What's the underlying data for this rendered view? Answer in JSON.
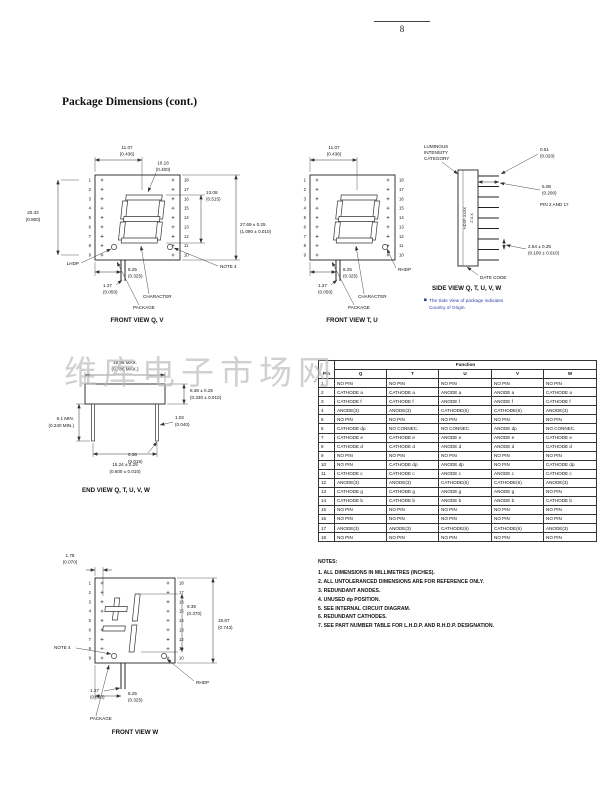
{
  "page": {
    "number": "8",
    "watermark": "维库电子市场网"
  },
  "title": "Package Dimensions (cont.)",
  "views": {
    "front_qv": {
      "caption": "FRONT VIEW Q, V",
      "pins_left": [
        "1",
        "2",
        "3",
        "4",
        "5",
        "6",
        "7",
        "8",
        "9"
      ],
      "pins_right": [
        "18",
        "17",
        "16",
        "15",
        "14",
        "13",
        "12",
        "11",
        "10"
      ],
      "dims": {
        "width_mm": "11.07",
        "width_in": "(0.436)",
        "char_w_mm": "10.18",
        "char_w_in": "(0.400)",
        "char_h_mm": "13.08",
        "char_h_in": "(0.515)",
        "pinspan_mm": "20.32",
        "pinspan_in": "(0.800)",
        "height_mm": "27.69 ± 0.25",
        "height_in": "(1.090 ± 0.010)",
        "seat_mm": "8.25",
        "seat_in": "(0.325)",
        "lead_mm": "1.27",
        "lead_in": "(0.050)"
      },
      "labels": {
        "lhdp": "LHDP",
        "note4": "NOTE 4",
        "character": "CHARACTER",
        "package": "PACKAGE"
      }
    },
    "front_tu": {
      "caption": "FRONT VIEW T, U",
      "pins_left": [
        "1",
        "2",
        "3",
        "4",
        "5",
        "6",
        "7",
        "8",
        "9"
      ],
      "pins_right": [
        "18",
        "17",
        "16",
        "15",
        "14",
        "13",
        "12",
        "11",
        "10"
      ],
      "dims": {
        "width_mm": "11.07",
        "width_in": "(0.436)",
        "seat_mm": "8.25",
        "seat_in": "(0.325)",
        "lead_mm": "1.27",
        "lead_in": "(0.050)"
      },
      "labels": {
        "rhdp": "RHDP",
        "character": "CHARACTER",
        "package": "PACKAGE"
      }
    },
    "side": {
      "caption": "SIDE VIEW Q, T, U, V, W",
      "labels": {
        "lum1": "LUMINOUS",
        "lum2": "INTENSITY",
        "lum3": "CATEGORY",
        "pin217": "PIN 2 AND 17",
        "datecode": "DATE CODE"
      },
      "dims": {
        "tip_mm": "0.51",
        "tip_in": "(0.020)",
        "standoff_mm": "5.08",
        "standoff_in": "(0.200)",
        "pitch_mm": "2.54 ± 0.25",
        "pitch_in": "(0.100 ± 0.010)"
      },
      "markings": {
        "part": "HDSP-XXXX",
        "date": "Z.X.X"
      },
      "note_line1": "The Side View of package indicates",
      "note_line2": "Country of Origin."
    },
    "end": {
      "caption": "END VIEW Q, T, U, V, W",
      "dims": {
        "width_mm": "19.96 MAX.",
        "width_in": "(0.786 MAX.)",
        "thick_mm": "8.38 ± 0.25",
        "thick_in": "(0.330 ± 0.010)",
        "standoff_mm": "6.1 MIN.",
        "standoff_in": "(0.240 MIN.)",
        "leadw_mm": "1.02",
        "leadw_in": "(0.040)",
        "leadt_mm": "0.38",
        "leadt_in": "(0.015)",
        "span_mm": "15.24 ± 0.25",
        "span_in": "(0.600 ± 0.010)"
      }
    },
    "front_w": {
      "caption": "FRONT VIEW W",
      "pins_left": [
        "1",
        "2",
        "3",
        "4",
        "5",
        "6",
        "7",
        "8",
        "9"
      ],
      "pins_right": [
        "18",
        "17",
        "16",
        "15",
        "14",
        "13",
        "12",
        "11",
        "10"
      ],
      "dims": {
        "offset_mm": "1.78",
        "offset_in": "(0.070)",
        "char_mm": "9.39",
        "char_in": "(0.370)",
        "height_mm": "18.87",
        "height_in": "(0.743)",
        "seat_mm": "8.25",
        "seat_in": "(0.325)",
        "lead_mm": "1.27",
        "lead_in": "(0.050)"
      },
      "labels": {
        "note4": "NOTE 4",
        "rhdp": "RHDP",
        "package": "PACKAGE"
      }
    }
  },
  "function_table": {
    "header_pin": "Pin",
    "header_function": "Function",
    "columns": [
      "Q",
      "T",
      "U",
      "V",
      "W"
    ],
    "rows": [
      {
        "pin": "1",
        "q": "NO PIN",
        "t": "NO PIN",
        "u": "NO PIN",
        "v": "NO PIN",
        "w": "NO PIN"
      },
      {
        "pin": "2",
        "q": "CATHODE a",
        "t": "CATHODE a",
        "u": "ANODE a",
        "v": "ANODE a",
        "w": "CATHODE a"
      },
      {
        "pin": "3",
        "q": "CATHODE f",
        "t": "CATHODE f",
        "u": "ANODE f",
        "v": "ANODE f",
        "w": "CATHODE f"
      },
      {
        "pin": "4",
        "q": "ANODE(3)",
        "t": "ANODE(3)",
        "u": "CATHODE(6)",
        "v": "CATHODE(6)",
        "w": "ANODE(3)"
      },
      {
        "pin": "5",
        "q": "NO PIN",
        "t": "NO PIN",
        "u": "NO PIN",
        "v": "NO PIN",
        "w": "NO PIN"
      },
      {
        "pin": "6",
        "q": "CATHODE dp",
        "t": "NO CONNEC.",
        "u": "NO CONNEC.",
        "v": "ANODE dp",
        "w": "NO CONNEC."
      },
      {
        "pin": "7",
        "q": "CATHODE e",
        "t": "CATHODE e",
        "u": "ANODE e",
        "v": "ANODE e",
        "w": "CATHODE e"
      },
      {
        "pin": "8",
        "q": "CATHODE d",
        "t": "CATHODE d",
        "u": "ANODE d",
        "v": "ANODE d",
        "w": "CATHODE d"
      },
      {
        "pin": "9",
        "q": "NO PIN",
        "t": "NO PIN",
        "u": "NO PIN",
        "v": "NO PIN",
        "w": "NO PIN"
      },
      {
        "pin": "10",
        "q": "NO PIN",
        "t": "CATHODE dp",
        "u": "ANODE dp",
        "v": "NO PIN",
        "w": "CATHODE dp"
      },
      {
        "pin": "11",
        "q": "CATHODE c",
        "t": "CATHODE c",
        "u": "ANODE c",
        "v": "ANODE c",
        "w": "CATHODE c"
      },
      {
        "pin": "12",
        "q": "ANODE(3)",
        "t": "ANODE(3)",
        "u": "CATHODE(6)",
        "v": "CATHODE(6)",
        "w": "ANODE(3)"
      },
      {
        "pin": "13",
        "q": "CATHODE g",
        "t": "CATHODE g",
        "u": "ANODE g",
        "v": "ANODE g",
        "w": "NO PIN"
      },
      {
        "pin": "14",
        "q": "CATHODE b",
        "t": "CATHODE b",
        "u": "ANODE b",
        "v": "ANODE b",
        "w": "CATHODE b"
      },
      {
        "pin": "15",
        "q": "NO PIN",
        "t": "NO PIN",
        "u": "NO PIN",
        "v": "NO PIN",
        "w": "NO PIN"
      },
      {
        "pin": "16",
        "q": "NO PIN",
        "t": "NO PIN",
        "u": "NO PIN",
        "v": "NO PIN",
        "w": "NO PIN"
      },
      {
        "pin": "17",
        "q": "ANODE(3)",
        "t": "ANODE(3)",
        "u": "CATHODE(6)",
        "v": "CATHODE(6)",
        "w": "ANODE(3)"
      },
      {
        "pin": "18",
        "q": "NO PIN",
        "t": "NO PIN",
        "u": "NO PIN",
        "v": "NO PIN",
        "w": "NO PIN"
      }
    ]
  },
  "notes": {
    "heading": "NOTES:",
    "items": [
      "1. ALL DIMENSIONS IN MILLIMETRES (INCHES).",
      "2. ALL UNTOLERANCED DIMENSIONS ARE FOR REFERENCE ONLY.",
      "3. REDUNDANT ANODES.",
      "4. UNUSED dp POSITION.",
      "5. SEE INTERNAL CIRCUIT DIAGRAM.",
      "6. REDUNDANT CATHODES.",
      "7. SEE PART NUMBER TABLE FOR L.H.D.P. AND R.H.D.P. DESIGNATION."
    ]
  }
}
